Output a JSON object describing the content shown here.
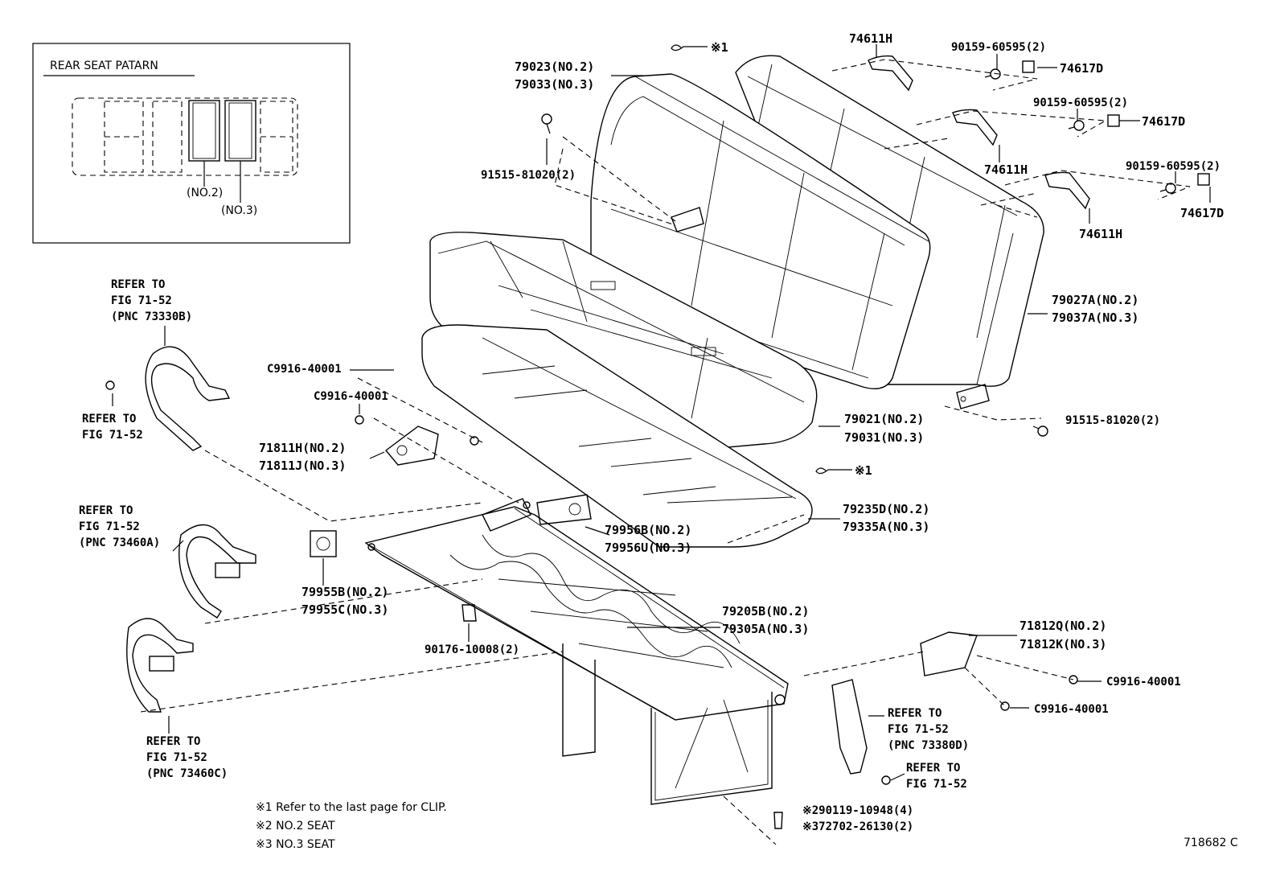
{
  "inset": {
    "title": "REAR SEAT PATARN",
    "label_no2": "(NO.2)",
    "label_no3": "(NO.3)"
  },
  "callouts": {
    "clip_top": "※1",
    "clip_mid": "※1",
    "c74611h_a": "74611H",
    "c74611h_b": "74611H",
    "c74611h_c": "74611H",
    "c90159_a": "90159-60595(2)",
    "c90159_b": "90159-60595(2)",
    "c90159_c": "90159-60595(2)",
    "c74617d_a": "74617D",
    "c74617d_b": "74617D",
    "c74617d_c": "74617D",
    "c79023": "79023(NO.2)",
    "c79033": "79033(NO.3)",
    "c91515_a": "91515-81020(2)",
    "c91515_b": "91515-81020(2)",
    "c79027a": "79027A(NO.2)",
    "c79037a": "79037A(NO.3)",
    "c79021": "79021(NO.2)",
    "c79031": "79031(NO.3)",
    "c79235d": "79235D(NO.2)",
    "c79335a": "79335A(NO.3)",
    "c79956b": "79956B(NO.2)",
    "c79956u": "79956U(NO.3)",
    "c79955b": "79955B(NO.2)",
    "c79955c": "79955C(NO.3)",
    "c79205b": "79205B(NO.2)",
    "c79305a": "79305A(NO.3)",
    "c90176": "90176-10008(2)",
    "c71812q": "71812Q(NO.2)",
    "c71812k": "71812K(NO.3)",
    "c9916_a": "C9916-40001",
    "c9916_b": "C9916-40001",
    "c9916_c": "C9916-40001",
    "c9916_d": "C9916-40001",
    "c71811h": "71811H(NO.2)",
    "c71811j": "71811J(NO.3)",
    "c290119": "※290119-10948(4)",
    "c372702": "※372702-26130(2)"
  },
  "refs": {
    "r1": [
      "REFER TO",
      "FIG 71-52",
      "(PNC 73330B)"
    ],
    "r2": [
      "REFER TO",
      "FIG 71-52"
    ],
    "r3": [
      "REFER TO",
      "FIG 71-52",
      "(PNC 73460A)"
    ],
    "r4": [
      "REFER TO",
      "FIG 71-52",
      "(PNC 73460C)"
    ],
    "r5": [
      "REFER TO",
      "FIG 71-52",
      "(PNC 73380D)"
    ],
    "r6": [
      "REFER TO",
      "FIG 71-52"
    ]
  },
  "notes": [
    "※1  Refer to the last page for CLIP.",
    "※2 NO.2 SEAT",
    "※3 NO.3 SEAT"
  ],
  "figure_id": "718682 C"
}
